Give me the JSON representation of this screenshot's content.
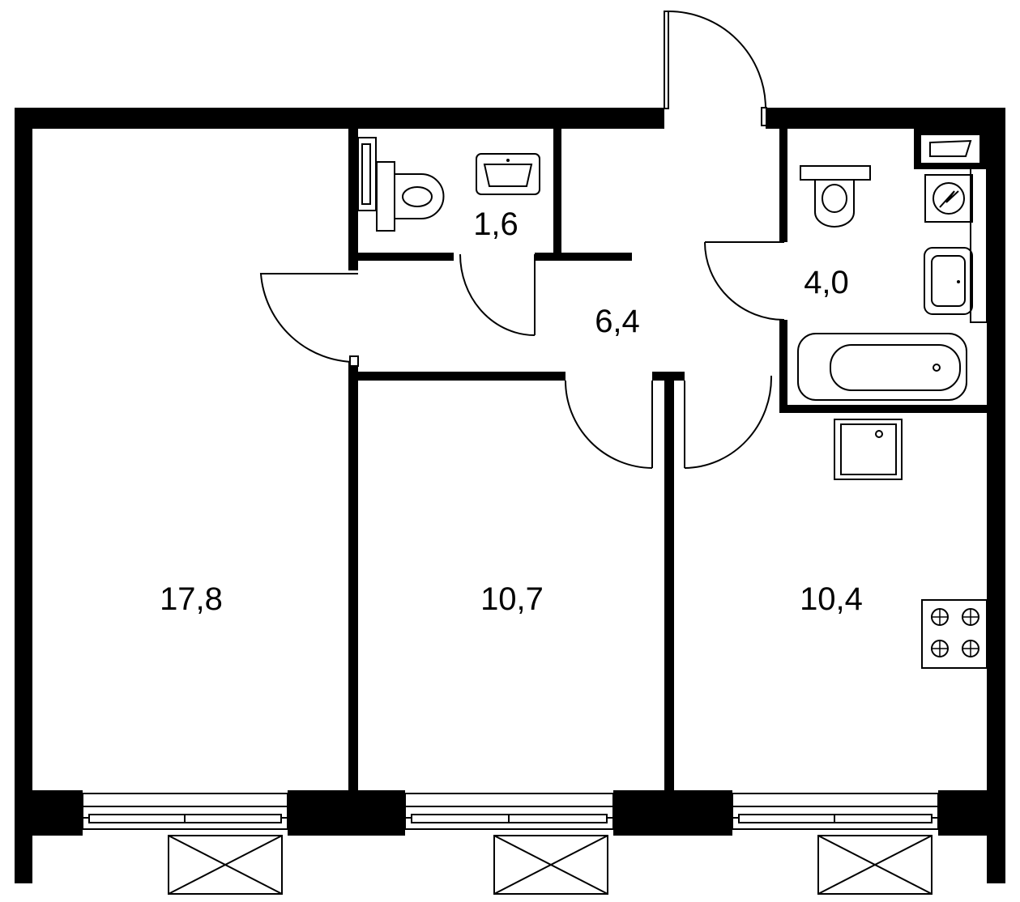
{
  "rooms": [
    {
      "id": "living-room",
      "area": "17,8"
    },
    {
      "id": "bedroom",
      "area": "10,7"
    },
    {
      "id": "kitchen",
      "area": "10,4"
    },
    {
      "id": "hallway",
      "area": "6,4"
    },
    {
      "id": "toilet",
      "area": "1,6"
    },
    {
      "id": "bathroom",
      "area": "4,0"
    }
  ],
  "colors": {
    "wall": "#000000",
    "background": "#ffffff"
  }
}
